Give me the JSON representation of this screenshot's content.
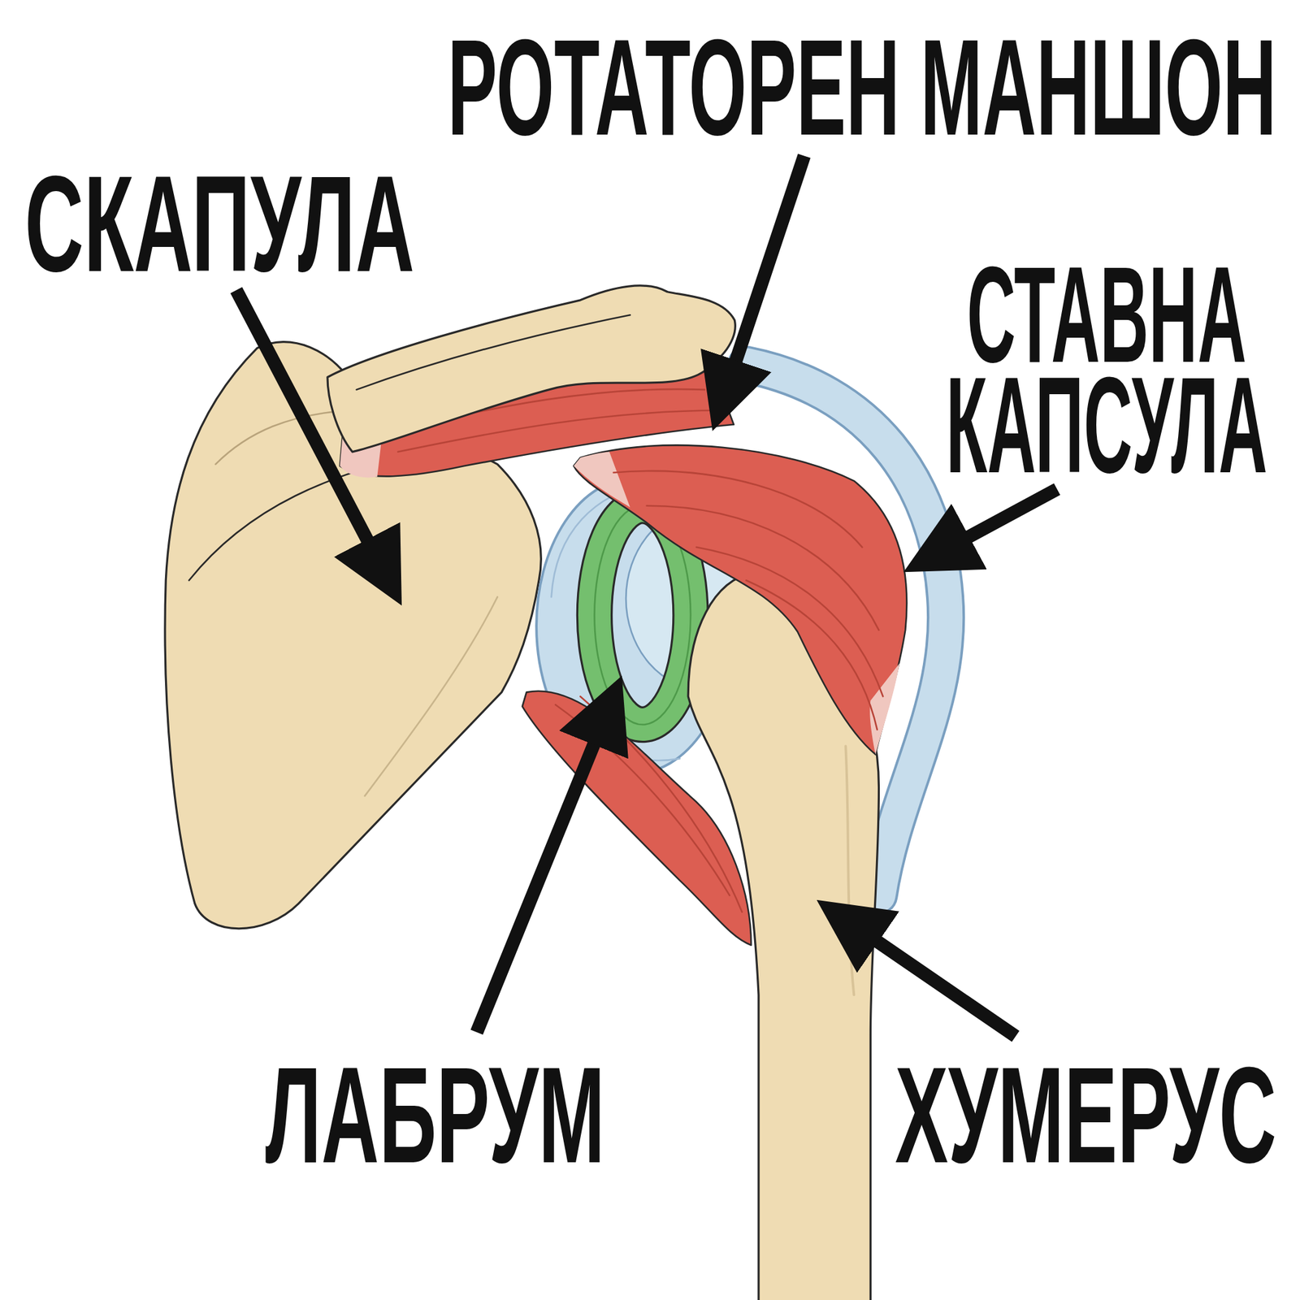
{
  "diagram": {
    "labels": [
      "РОТАТОРЕН МАНШОН",
      "СКАПУЛА",
      "СТАВНА КАПСУЛА",
      "ЛАБРУМ",
      "ХУМЕРУС"
    ]
  }
}
